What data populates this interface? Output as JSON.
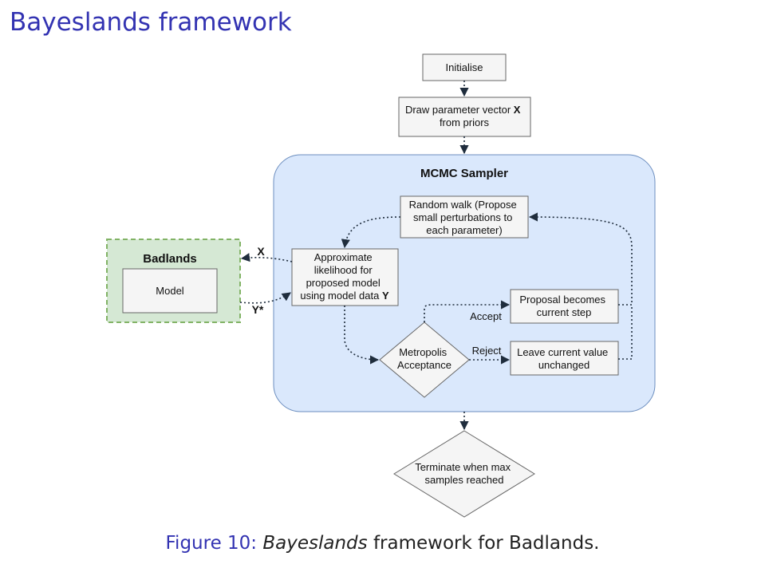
{
  "page_title": "Bayeslands framework",
  "diagram": {
    "initialise": "Initialise",
    "draw_params": [
      "Draw parameter vector ",
      "X",
      "from priors"
    ],
    "mcmc_title": "MCMC Sampler",
    "random_walk": [
      "Random walk (Propose",
      "small perturbations to",
      "each parameter)"
    ],
    "badlands_title": "Badlands",
    "model": "Model",
    "approx_likelihood": [
      "Approximate",
      "likelihood for",
      "proposed model",
      "using model data ",
      "Y"
    ],
    "metropolis": [
      "Metropolis",
      "Acceptance"
    ],
    "proposal_current": [
      "Proposal becomes",
      "current step"
    ],
    "leave_unchanged": [
      "Leave current value",
      "unchanged"
    ],
    "terminate": [
      "Terminate when max",
      "samples reached"
    ],
    "edge_x": "X",
    "edge_ystar": "Y*",
    "edge_accept": "Accept",
    "edge_reject": "Reject"
  },
  "caption": {
    "label": "Figure 10:",
    "italic": "Bayeslands",
    "rest": " framework for Badlands."
  },
  "colors": {
    "title": "#3333b2",
    "mcmc_fill": "#dae8fc",
    "mcmc_stroke": "#6c8ebf",
    "badlands_fill": "#d5e8d4",
    "badlands_stroke": "#82b366",
    "box_fill": "#f5f5f5",
    "box_stroke": "#666666",
    "edge": "#1f2d3d"
  }
}
